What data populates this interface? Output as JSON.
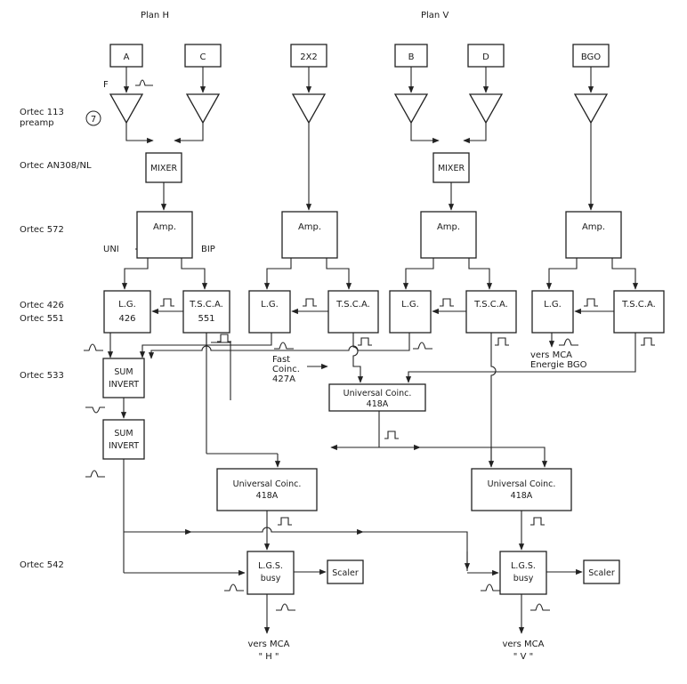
{
  "headers": {
    "plan_h": "Plan H",
    "plan_v": "Plan V"
  },
  "left_labels": {
    "preamp_1": "Ortec 113",
    "preamp_2": "preamp",
    "circle": "7",
    "mixer": "Ortec AN308/NL",
    "amp": "Ortec 572",
    "lg": "Ortec 426",
    "tsca": "Ortec 551",
    "sum": "Ortec 533",
    "lgs": "Ortec 542"
  },
  "detectors": {
    "a": "A",
    "c": "C",
    "x2": "2X2",
    "b": "B",
    "d": "D",
    "bgo": "BGO"
  },
  "side": {
    "f": "F",
    "uni": "UNI",
    "bip": "BIP"
  },
  "blocks": {
    "mixer": "MIXER",
    "amp": "Amp.",
    "lg": "L.G.",
    "lg_num": "426",
    "tsca": "T.S.C.A.",
    "tsca_num": "551",
    "sum_1": "SUM",
    "sum_2": "INVERT",
    "coinc_1": "Universal Coinc.",
    "coinc_2": "418A",
    "lgs_1": "L.G.S.",
    "lgs_2": "busy",
    "scaler": "Scaler"
  },
  "notes": {
    "fast_1": "Fast",
    "fast_2": "Coinc.",
    "fast_3": "427A",
    "bgo_1": "vers MCA",
    "bgo_2": "Energie BGO",
    "out_h_1": "vers MCA",
    "out_h_2": "\" H \"",
    "out_v_1": "vers MCA",
    "out_v_2": "\" V \""
  }
}
